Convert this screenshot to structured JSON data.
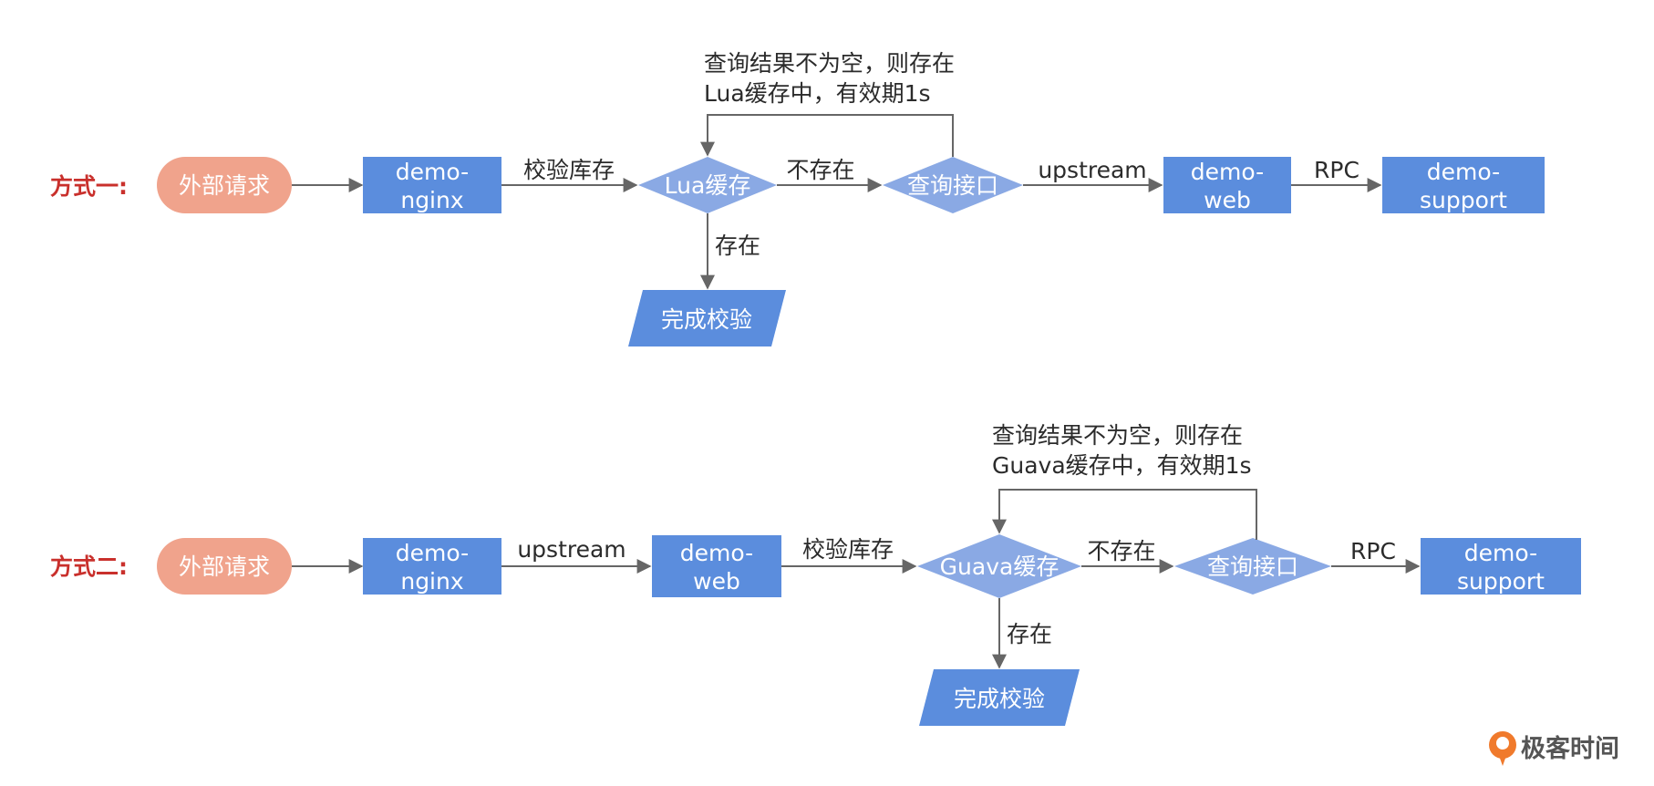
{
  "colors": {
    "box": "#5b8ddd",
    "diamond": "#8aa9e4",
    "pill": "#f0a38c",
    "title": "#c9302c",
    "edge": "#666666",
    "logo_orange": "#f07a2c"
  },
  "flow1": {
    "title": "方式一:",
    "start": "外部请求",
    "nginx": [
      "demo-",
      "nginx"
    ],
    "edge_check": "校验库存",
    "cache": "Lua缓存",
    "edge_not_exist": "不存在",
    "query": "查询接口",
    "edge_upstream": "upstream",
    "web": [
      "demo-",
      "web"
    ],
    "edge_rpc": "RPC",
    "support": [
      "demo-",
      "support"
    ],
    "edge_exist": "存在",
    "done": "完成校验",
    "loop_note": [
      "查询结果不为空，则存在",
      "Lua缓存中，有效期1s"
    ]
  },
  "flow2": {
    "title": "方式二:",
    "start": "外部请求",
    "nginx": [
      "demo-",
      "nginx"
    ],
    "edge_upstream": "upstream",
    "web": [
      "demo-",
      "web"
    ],
    "edge_check": "校验库存",
    "cache": "Guava缓存",
    "edge_not_exist": "不存在",
    "query": "查询接口",
    "edge_rpc": "RPC",
    "support": [
      "demo-",
      "support"
    ],
    "edge_exist": "存在",
    "done": "完成校验",
    "loop_note": [
      "查询结果不为空，则存在",
      "Guava缓存中，有效期1s"
    ]
  },
  "logo": {
    "text": "极客时间",
    "icon": "geektime-logo-icon"
  }
}
